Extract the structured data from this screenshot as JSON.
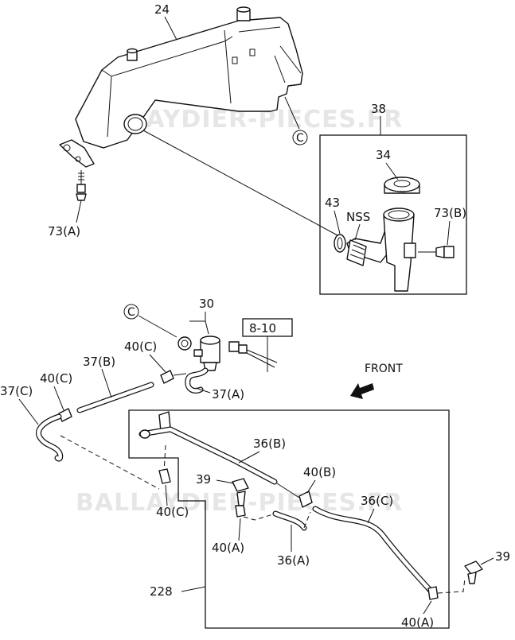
{
  "watermark": "BALLAYDIER-PIECES.FR",
  "labels": {
    "p24": "24",
    "p38": "38",
    "p34": "34",
    "p43": "43",
    "nss": "NSS",
    "p73b": "73(B)",
    "p73a": "73(A)",
    "circleC": "C",
    "p30": "30",
    "ref810": "8-10",
    "front": "FRONT",
    "p37b": "37(B)",
    "p40c_a": "40(C)",
    "p40c_b": "40(C)",
    "p37c": "37(C)",
    "p37a": "37(A)",
    "p36b": "36(B)",
    "p40b": "40(B)",
    "p36c": "36(C)",
    "p39_a": "39",
    "p40c_c": "40(C)",
    "p40a_a": "40(A)",
    "p36a": "36(A)",
    "p39_b": "39",
    "p228": "228",
    "p40a_b": "40(A)"
  }
}
